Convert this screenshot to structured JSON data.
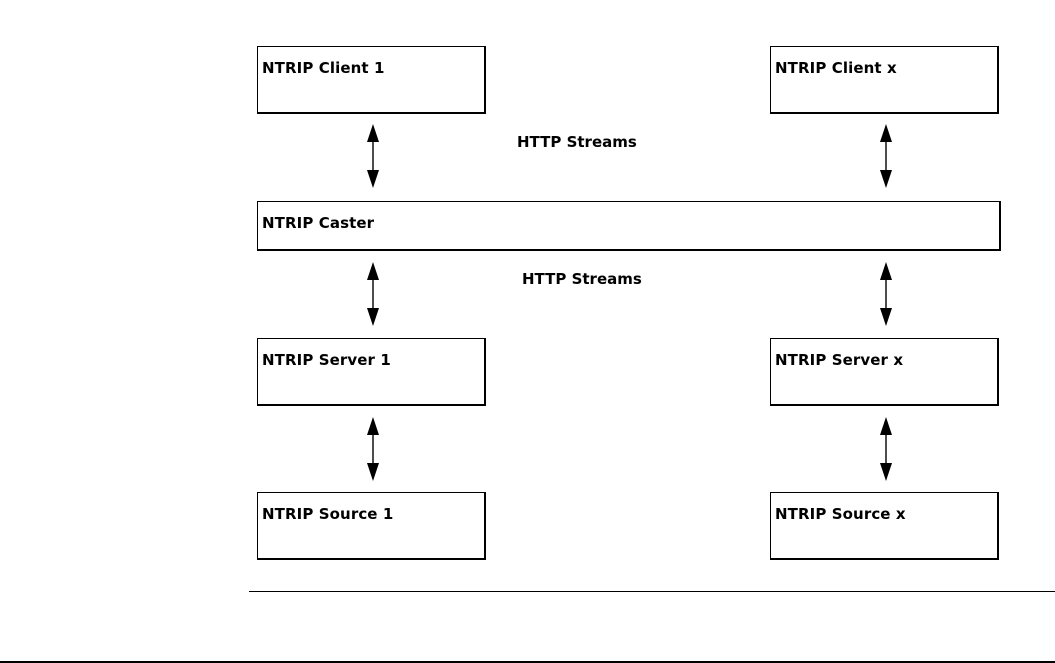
{
  "nodes": {
    "client_1": "NTRIP Client 1",
    "client_x": "NTRIP Client x",
    "caster": "NTRIP Caster",
    "server_1": "NTRIP Server 1",
    "server_x": "NTRIP Server x",
    "source_1": "NTRIP Source 1",
    "source_x": "NTRIP Source x"
  },
  "edge_labels": {
    "client_caster": "HTTP Streams",
    "caster_server": "HTTP Streams"
  },
  "colors": {
    "line": "#000000",
    "background": "#ffffff"
  },
  "icons": {
    "connector": "double-headed-arrow-icon"
  }
}
